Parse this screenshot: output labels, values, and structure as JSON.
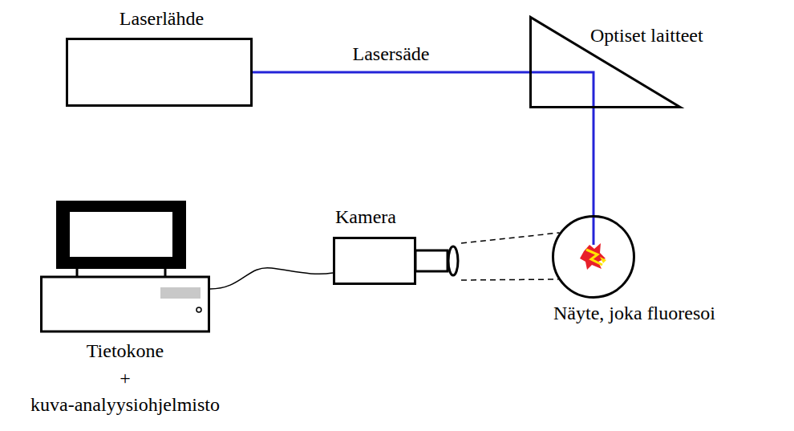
{
  "diagram": {
    "nodes": [
      {
        "text": [
          "Laserlähde"
        ]
      },
      {
        "text": [
          "Optiset laitteet"
        ]
      },
      {
        "text": [
          "Tietokone + kuva-analyysiohjelmisto"
        ]
      },
      {
        "text": [
          "Kamera"
        ]
      },
      {
        "text": [
          "Näyte, joka fluoresoi"
        ]
      }
    ],
    "edges": [
      {
        "from": 0,
        "to": 1,
        "label": "Lasersäde",
        "arrow": "none"
      },
      {
        "from": 1,
        "to": 4,
        "arrow": "none"
      },
      {
        "from": 2,
        "to": 3,
        "arrow": "none"
      },
      {
        "from": 3,
        "to": 4,
        "arrow": "none"
      }
    ]
  }
}
